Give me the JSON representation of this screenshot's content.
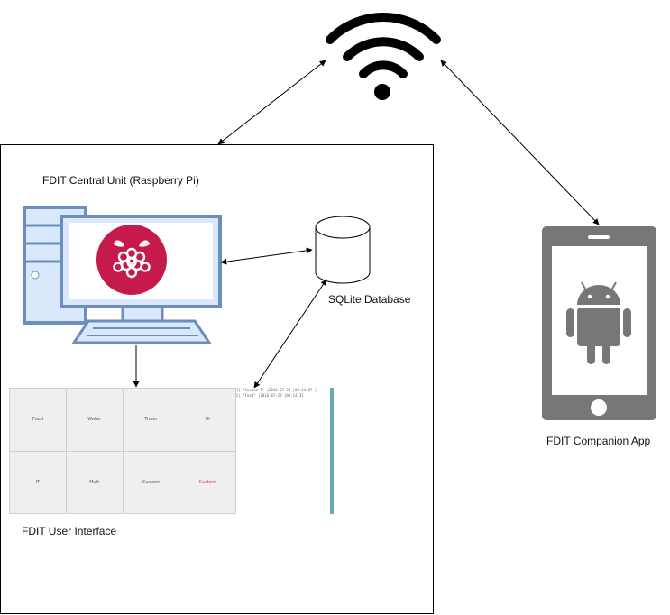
{
  "labels": {
    "central_unit": "FDIT Central Unit (Raspberry Pi)",
    "database": "SQLite Database",
    "user_interface": "FDIT User Interface",
    "companion_app": "FDIT Companion App"
  },
  "ui_buttons": [
    "Food",
    "Water",
    "Timer",
    "UI",
    "IT",
    "Mult",
    "Custom",
    "Custom"
  ],
  "db_lines": [
    "1|  \"Custom 1\"  |2016-07-29  |09:14:07  |",
    "2|  \"Food\"  |2016-07-29  |09:14:31  |"
  ],
  "icons": [
    "wifi-icon",
    "raspberry-pi-icon",
    "database-icon",
    "android-icon",
    "computer-icon",
    "phone-icon"
  ],
  "colors": {
    "monitor_frame": "#6c8ebf",
    "monitor_fill": "#dae8fc",
    "raspberry": "#c51a4a",
    "phone": "#777777",
    "android": "#777777"
  }
}
